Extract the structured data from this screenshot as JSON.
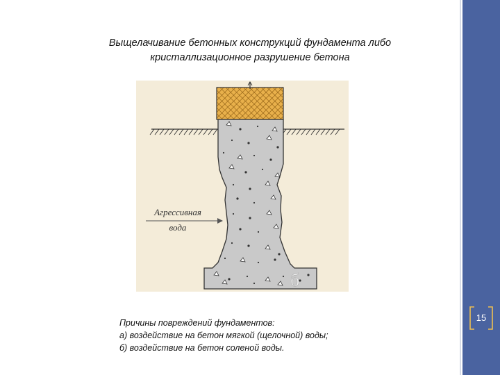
{
  "slide": {
    "title_lines": [
      "Выщелачивание бетонных конструкций фундамента либо",
      "кристаллизационное разрушение бетона"
    ],
    "page_number": "15"
  },
  "figure": {
    "water_label_lines": [
      "Агрессивная",
      "вода"
    ],
    "panel_letter": "б",
    "colors": {
      "background": "#f4ecd9",
      "concrete": "#c9c9c9",
      "wall_top": "#e8b04b",
      "outline": "#333333"
    }
  },
  "caption": {
    "lines": [
      "Причины повреждений фундаментов:",
      "а) воздействие на бетон мягкой (щелочной) воды;",
      "б) воздействие на бетон соленой воды."
    ]
  },
  "theme": {
    "sidebar_color": "#4a63a0"
  }
}
